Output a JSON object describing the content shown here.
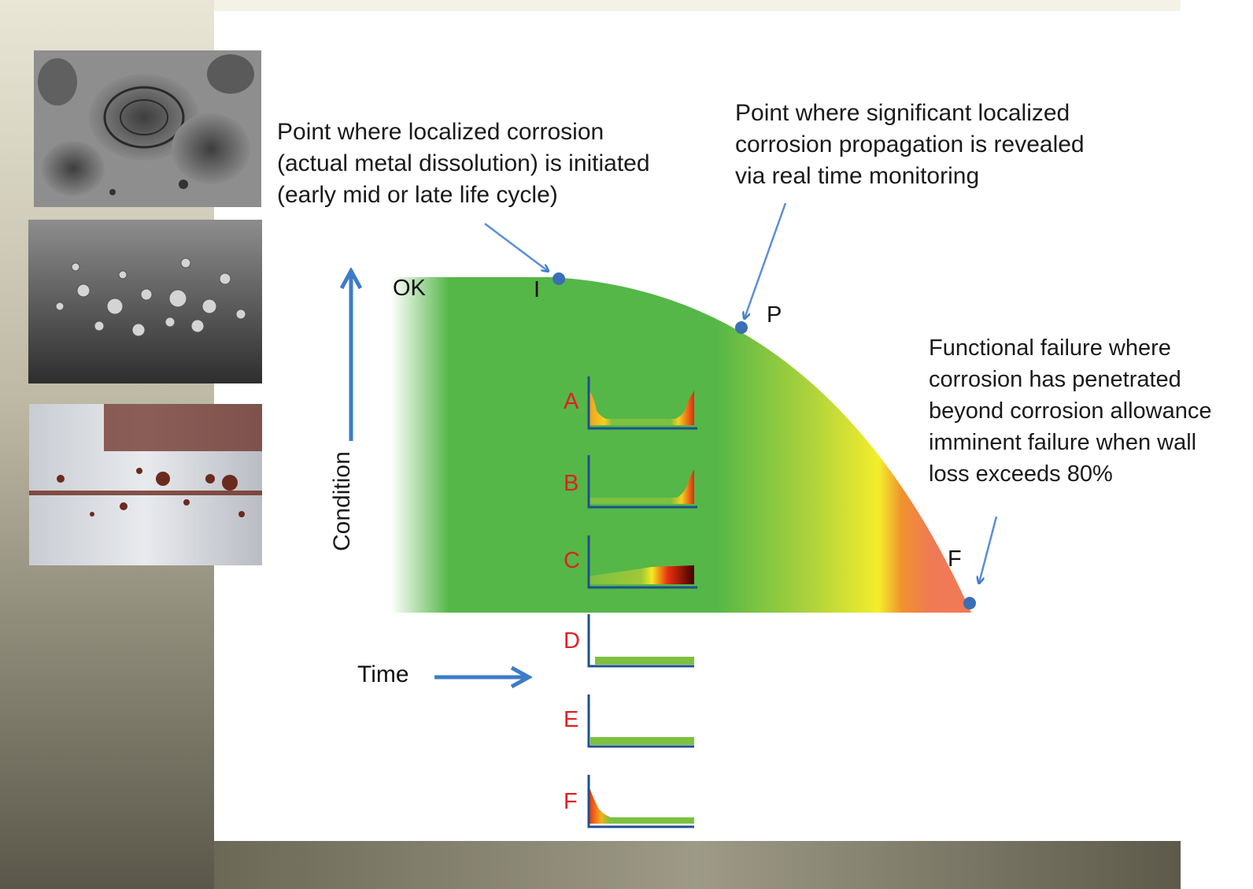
{
  "annotations": {
    "initiation": [
      "Point where localized corrosion",
      "(actual metal dissolution) is initiated",
      "(early mid or late life cycle)"
    ],
    "propagation": [
      "Point where significant localized",
      "corrosion propagation is revealed",
      "via real time monitoring"
    ],
    "failure": [
      "Functional failure where",
      "corrosion has penetrated",
      "beyond corrosion allowance",
      "imminent failure when wall",
      "loss exceeds 80%"
    ]
  },
  "curve_labels": {
    "ok": "OK",
    "i": "I",
    "p": "P",
    "f": "F"
  },
  "axis": {
    "condition": "Condition",
    "time": "Time"
  },
  "mini_plots": [
    "A",
    "B",
    "C",
    "D",
    "E",
    "F"
  ],
  "colors": {
    "green": "#55b748",
    "yellow": "#f2ee2a",
    "red": "#f07a55",
    "arrow": "#3d7cc9",
    "letters": "#e02020"
  },
  "photos": [
    "sem-pit-image",
    "pitted-surface-image",
    "rusted-steel-image"
  ]
}
